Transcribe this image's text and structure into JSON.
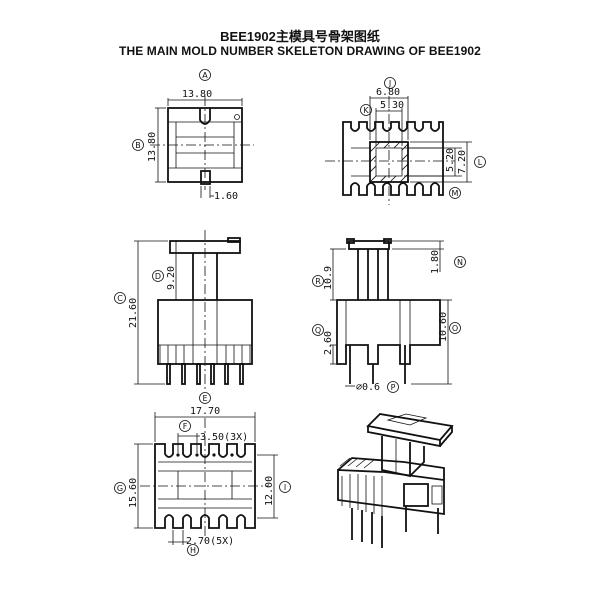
{
  "title_cn": "BEE1902主模具号骨架图纸",
  "title_en": "THE MAIN MOLD NUMBER SKELETON DRAWING OF BEE1902",
  "markers": {
    "A": "A",
    "B": "B",
    "C": "C",
    "D": "D",
    "E": "E",
    "F": "F",
    "G": "G",
    "H": "H",
    "I": "I",
    "J": "J",
    "K": "K",
    "L": "L",
    "M": "M",
    "N": "N",
    "O": "O",
    "P": "P",
    "Q": "Q",
    "R": "R"
  },
  "dims": {
    "A": "13.80",
    "B": "13.80",
    "pin_w": "1.60",
    "C": "21.60",
    "D": "9.20",
    "F": "3.50(3X)",
    "E": "17.70",
    "G": "15.60",
    "I": "12.00",
    "H": "2.70(5X)",
    "J": "6.80",
    "K": "5.30",
    "L_a": "5.20",
    "L_b": "7.20",
    "R": "10.9",
    "N": "1.80",
    "Q": "2.60",
    "O": "10.60",
    "P": "⌀0.6"
  }
}
